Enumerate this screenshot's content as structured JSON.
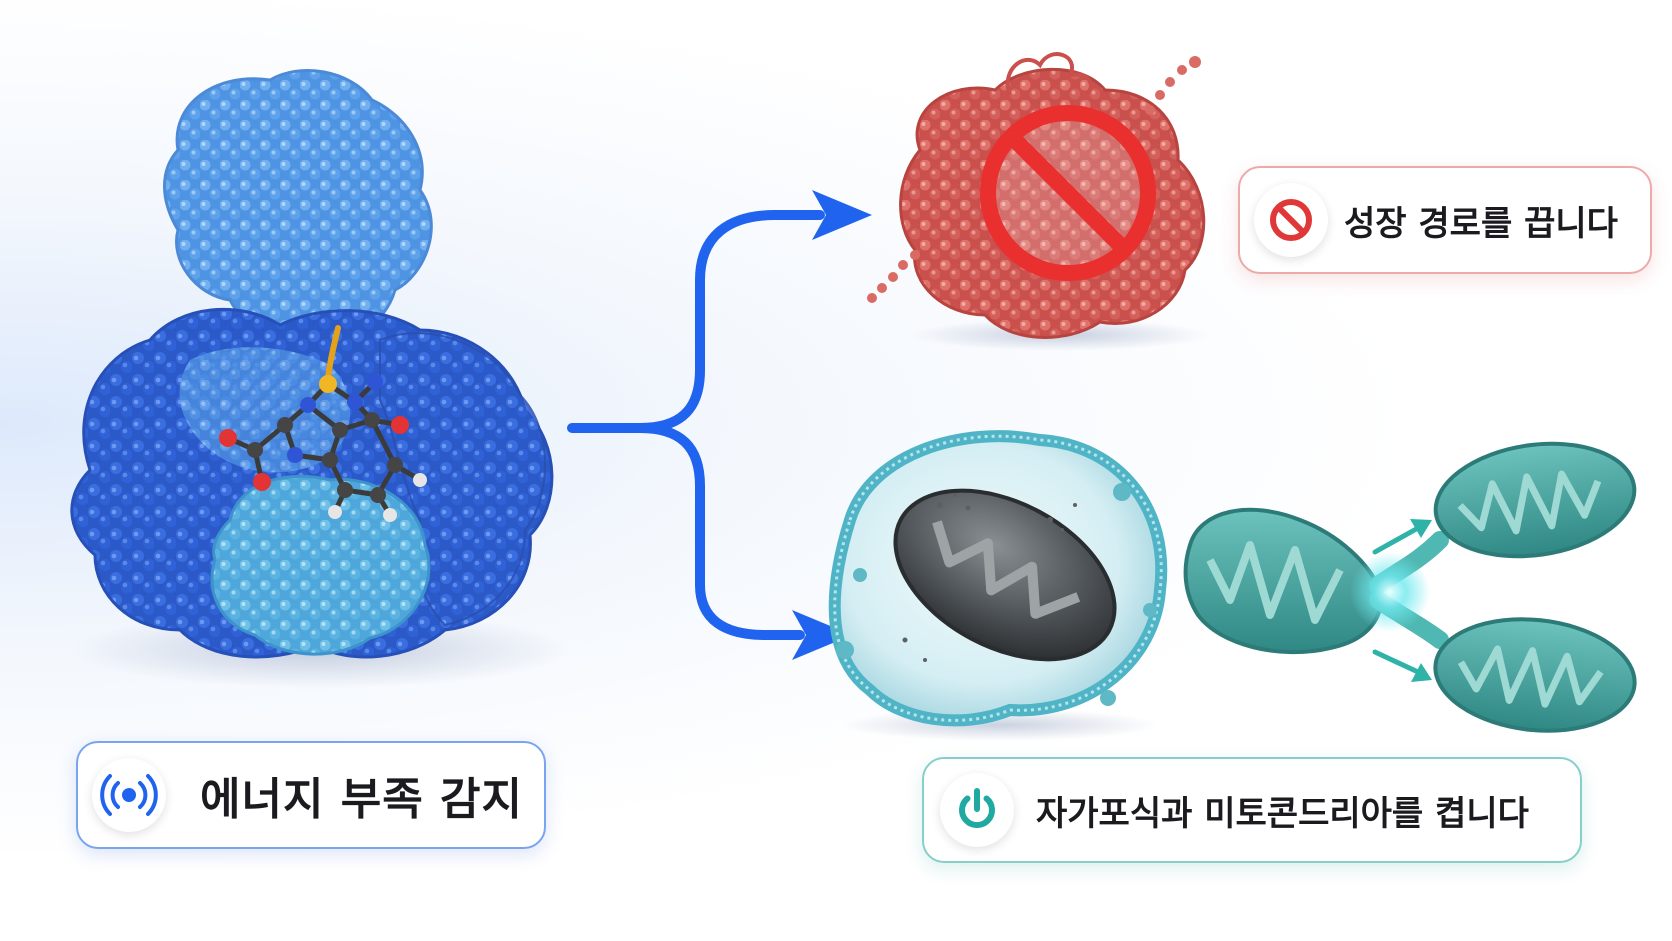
{
  "labels": {
    "energy_sensing": "에너지 부족 감지",
    "growth_off": "성장 경로를 끕니다",
    "autophagy_on": "자가포식과 미토콘드리아를 켭니다"
  },
  "icons": {
    "energy_sensing": "signal-broadcast-icon",
    "growth_off": "prohibited-icon",
    "autophagy_on": "power-icon"
  },
  "colors": {
    "arrow": "#1f63ee",
    "energy_accent": "#1f63ee",
    "growth_accent": "#e03838",
    "autophagy_accent": "#20a9a1",
    "protein_blue": "#2d62d6",
    "protein_light_blue": "#6ba8ec",
    "protein_red": "#d9645f",
    "mitochondria_teal": "#3f9f9c"
  }
}
